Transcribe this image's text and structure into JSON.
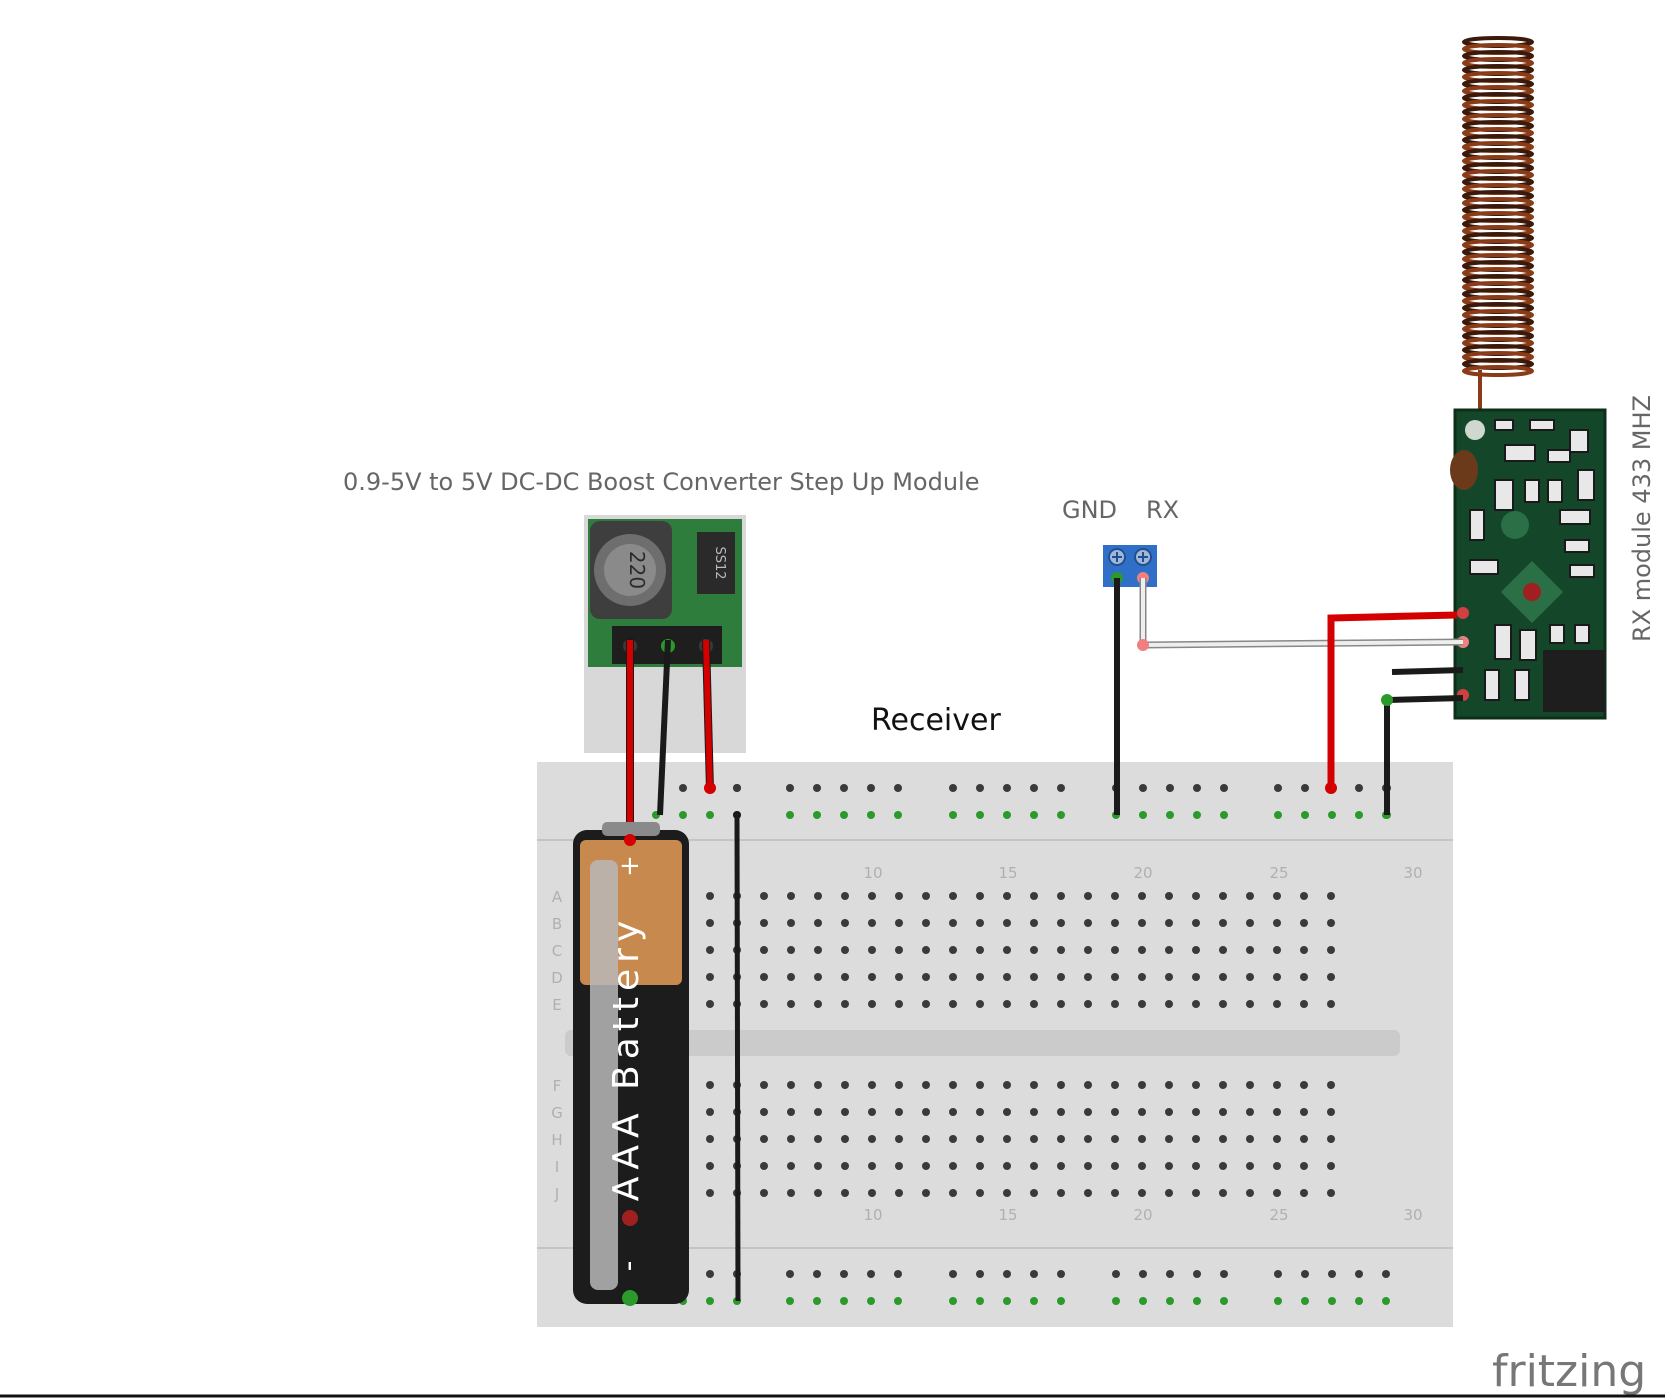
{
  "labels": {
    "boost_converter": "0.9-5V to 5V DC-DC Boost Converter Step Up Module",
    "receiver": "Receiver",
    "gnd": "GND",
    "rx": "RX",
    "rx_module": "RX module 433 MHZ",
    "battery": "AAA Battery",
    "battery_plus": "+",
    "battery_minus": "-",
    "inductor_code": "220",
    "diode_code": "SS12",
    "brand": "fritzing"
  },
  "breadboard": {
    "row_letters_top": [
      "A",
      "B",
      "C",
      "D",
      "E"
    ],
    "row_letters_bottom": [
      "F",
      "G",
      "H",
      "I",
      "J"
    ],
    "column_numbers": [
      "10",
      "15",
      "20",
      "25",
      "30"
    ]
  },
  "colors": {
    "wire_red": "#d40000",
    "wire_black": "#1a1a1a",
    "wire_white": "#eeeeee",
    "breadboard": "#dcdcdc",
    "pcb_green": "#1f5a2e",
    "terminal_blue": "#2f6fc7",
    "battery_copper": "#c8894f",
    "coil_copper": "#8a3b17",
    "rail_hole_green": "#2a9a2a"
  }
}
